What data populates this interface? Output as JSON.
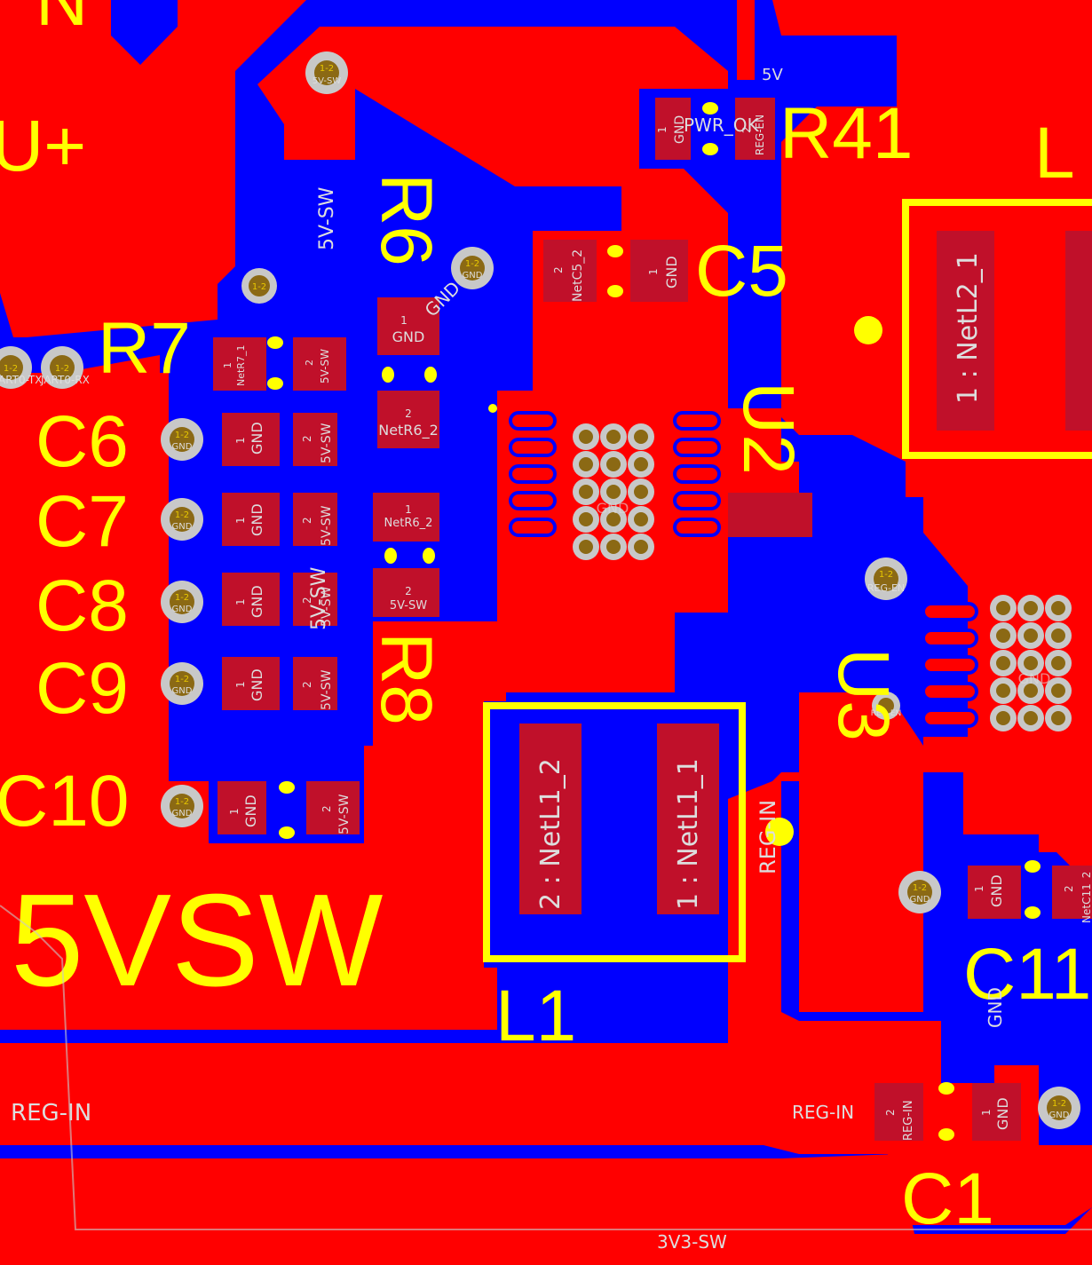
{
  "board": {
    "colors": {
      "copper_top": "#ff0000",
      "copper_bottom": "#0000ff",
      "silkscreen": "#ffff00",
      "pad": "#c0102a",
      "via_ring": "#c8c8c8",
      "via_hole": "#8b6914",
      "net_text": "#dddddd"
    },
    "big_label": "5VSW"
  },
  "designators": {
    "r41": "R41",
    "r6": "R6",
    "c5": "C5",
    "r7": "R7",
    "c6": "C6",
    "c7": "C7",
    "c8": "C8",
    "c9": "C9",
    "c10": "C10",
    "r8": "R8",
    "u2": "U2",
    "l1": "L1",
    "u3": "U3",
    "c11": "C11",
    "c1": "C1",
    "partial_top": "N",
    "partial_left": "U+",
    "partial_right": "L"
  },
  "nets": {
    "gnd": "GND",
    "sw5v": "5V-SW",
    "reg_en": "REG-EN",
    "reg_in": "REG-IN",
    "v5": "5V",
    "pwr_ok": "PWR_OK",
    "netr7_1": "NetR7_1",
    "netr6_2": "NetR6_2",
    "netc5_2": "NetC5_2",
    "netc11_2": "NetC11_2",
    "sw3v3": "3V3-SW",
    "uart_tx": "ART0-TX",
    "uart_rx": "JART0-RX",
    "big_5vsw": "5V-SW",
    "pad_netl1_2": "2 : NetL1_2",
    "pad_netl1_1": "1 : NetL1_1",
    "pad_netl2_1": "1 : NetL2_1"
  },
  "pin_numbers": {
    "p1": "1",
    "p2": "2"
  },
  "via_label": "1-2"
}
